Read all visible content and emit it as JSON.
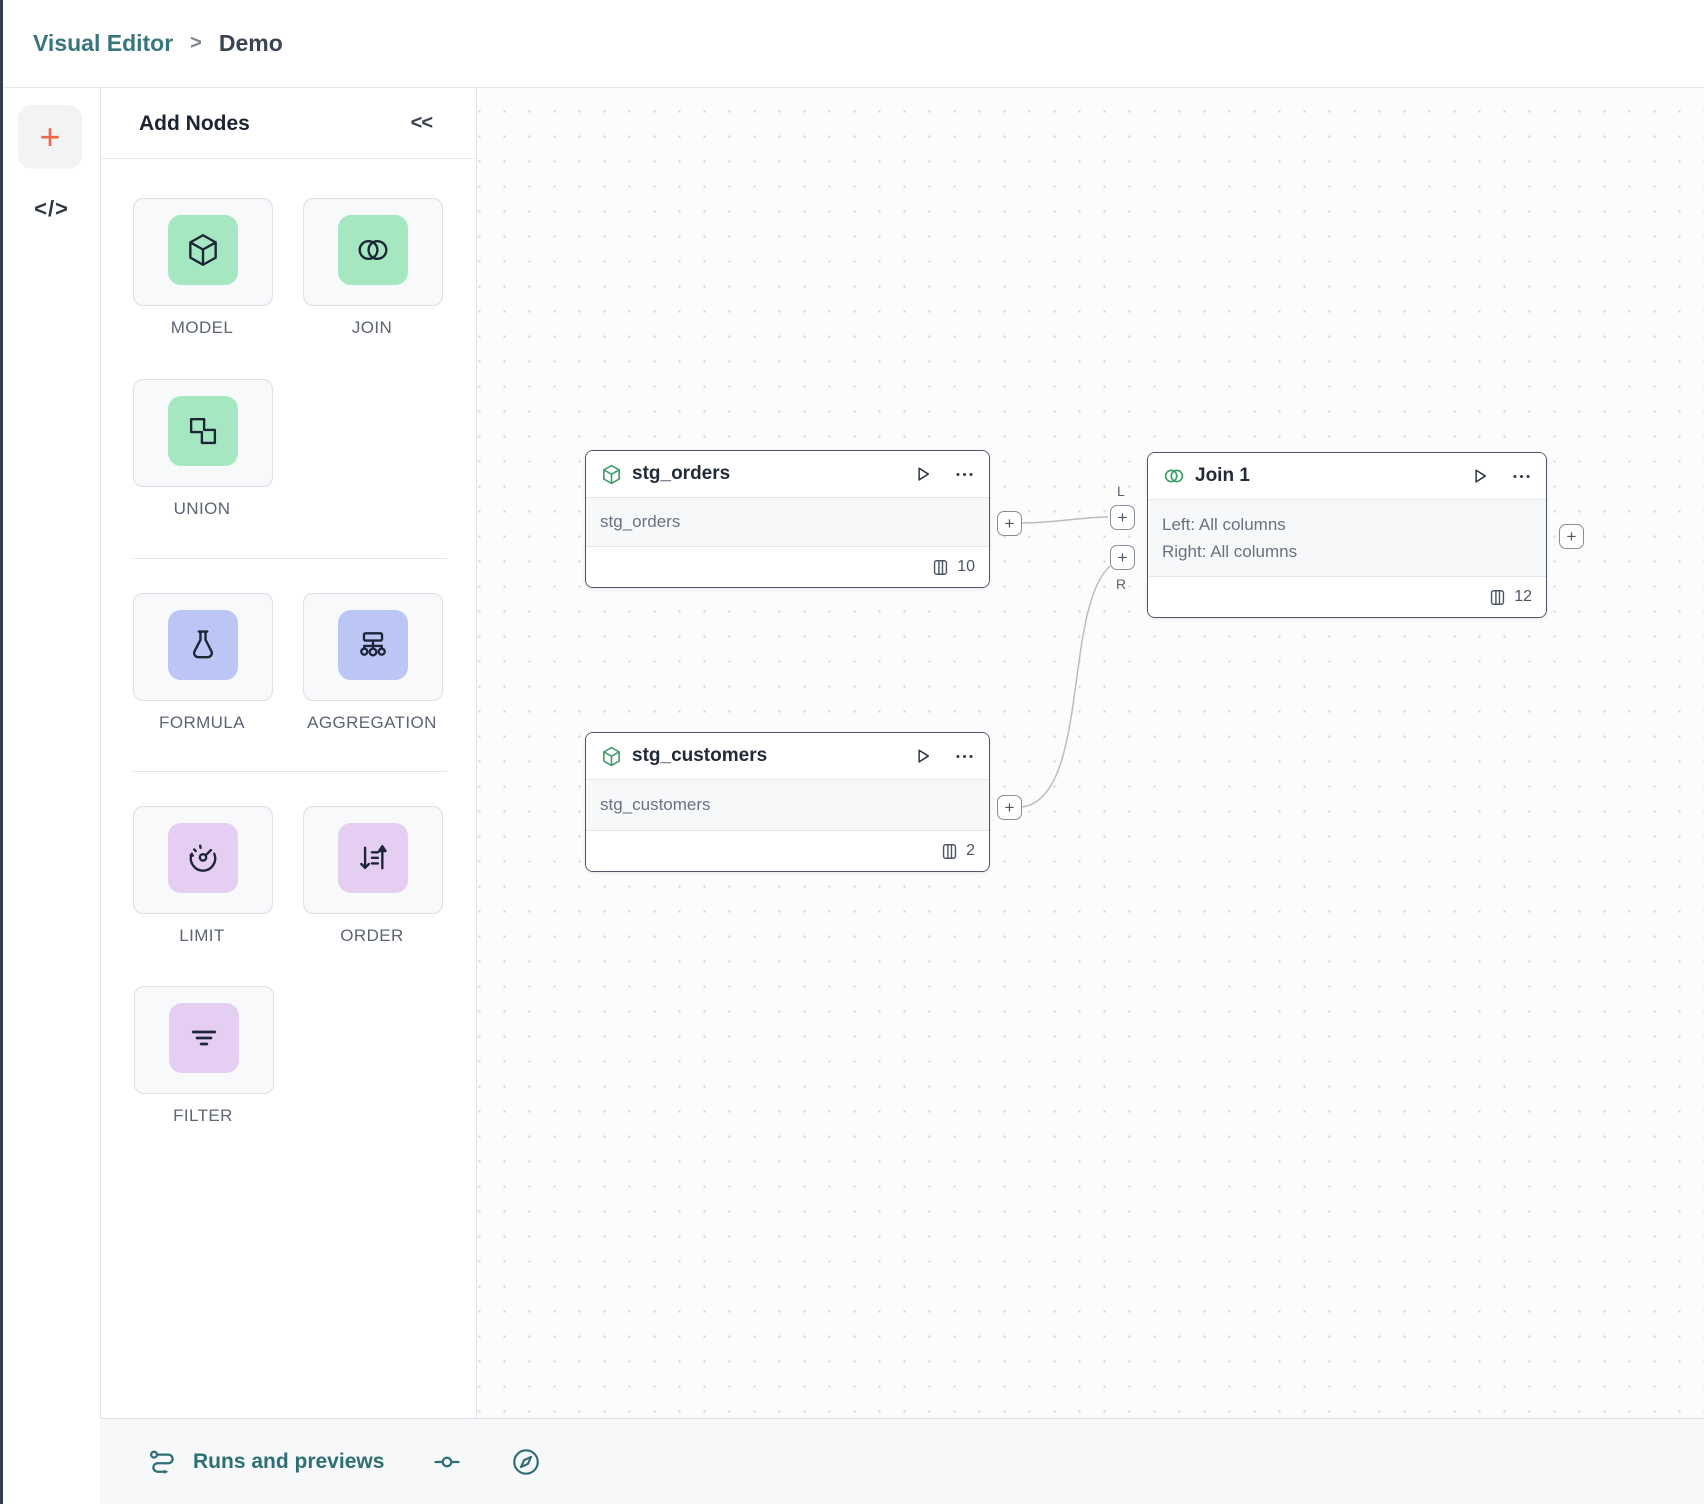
{
  "breadcrumb": {
    "app": "Visual Editor",
    "separator": ">",
    "page": "Demo"
  },
  "rail": {
    "add_label": "+",
    "code_label": "</>"
  },
  "panel": {
    "title": "Add Nodes",
    "collapse_label": "<<",
    "items": [
      {
        "label": "MODEL",
        "icon": "cube-icon",
        "color_group": "green"
      },
      {
        "label": "JOIN",
        "icon": "venn-icon",
        "color_group": "green"
      },
      {
        "label": "UNION",
        "icon": "union-icon",
        "color_group": "green"
      },
      {
        "label": "FORMULA",
        "icon": "flask-icon",
        "color_group": "indigo"
      },
      {
        "label": "AGGREGATION",
        "icon": "aggregation-icon",
        "color_group": "indigo"
      },
      {
        "label": "LIMIT",
        "icon": "gauge-icon",
        "color_group": "purple"
      },
      {
        "label": "ORDER",
        "icon": "sort-icon",
        "color_group": "purple"
      },
      {
        "label": "FILTER",
        "icon": "filter-icon",
        "color_group": "purple"
      }
    ]
  },
  "canvas": {
    "nodes": [
      {
        "title": "stg_orders",
        "subtitle": "stg_orders",
        "column_count": "10"
      },
      {
        "title": "stg_customers",
        "subtitle": "stg_customers",
        "column_count": "2"
      },
      {
        "title": "Join 1",
        "body_line1": "Left: All columns",
        "body_line2": "Right: All columns",
        "column_count": "12"
      }
    ],
    "ports": {
      "plus": "+",
      "left_label": "L",
      "right_label": "R"
    }
  },
  "statusbar": {
    "runs_label": "Runs and previews"
  },
  "colors": {
    "teal_accent": "#38767e",
    "orange_accent": "#ee6a4a",
    "node_icon_green": "#3f9e6b",
    "mint_bg": "#a5e7c1",
    "indigo_bg": "#bcc6f5",
    "lavender_bg": "#e4cff3",
    "node_border": "#4d5569",
    "edge_gray": "#b9bdc4"
  }
}
